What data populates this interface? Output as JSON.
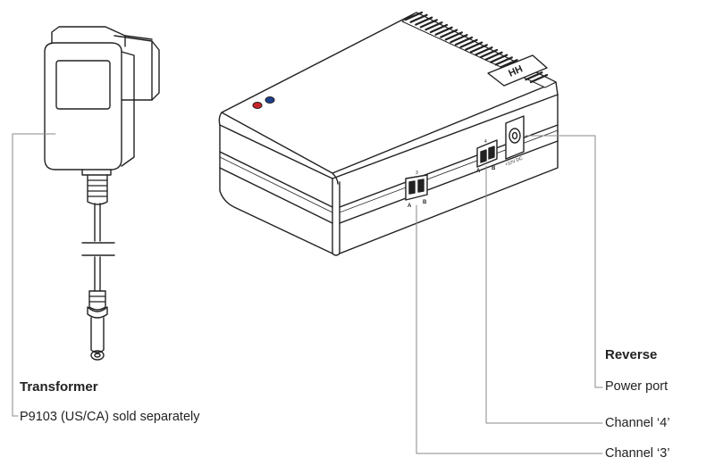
{
  "transformer": {
    "title": "Transformer",
    "caption": "P9103 (US/CA) sold separately"
  },
  "reverse": {
    "title": "Reverse",
    "power_port": "Power port",
    "channel_4": "Channel ‘4’",
    "channel_3": "Channel ‘3’"
  },
  "device": {
    "logo": "HH",
    "port_label": "+12V DC",
    "channel_3_number": "3",
    "channel_4_number": "4",
    "terminal_a": "A",
    "terminal_b": "B"
  },
  "colors": {
    "line": "#222222",
    "leader": "#8a8a8a",
    "led_red": "#c8252b",
    "led_blue": "#1e3f8c"
  }
}
